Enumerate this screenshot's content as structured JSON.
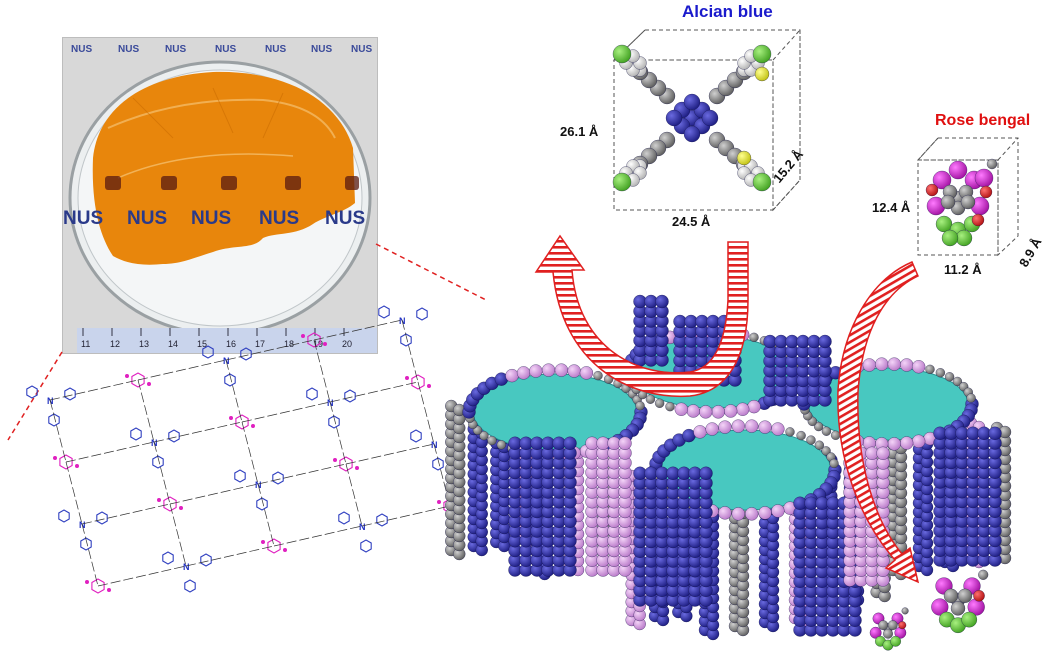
{
  "molecules": {
    "alcian_blue": {
      "name": "Alcian blue",
      "height": "26.1 Å",
      "width": "24.5 Å",
      "depth": "15.2 Å"
    },
    "rose_bengal": {
      "name": "Rose bengal",
      "height": "12.4 Å",
      "width": "11.2 Å",
      "depth": "8.9 Å"
    }
  },
  "photo": {
    "watermark": "NUS",
    "ruler_numbers": [
      "11",
      "12",
      "13",
      "14",
      "15",
      "16",
      "17",
      "18",
      "19",
      "20"
    ]
  },
  "colors": {
    "alcian_title": "#1a1acc",
    "rose_title": "#e01010",
    "pore_fill": "#48c8c0",
    "framework_blue": "#2a2aa0",
    "framework_pink": "#d8a0e0",
    "framework_gray": "#8a8a8a",
    "arrow_red": "#e02020",
    "film_orange": "#e8860c"
  }
}
